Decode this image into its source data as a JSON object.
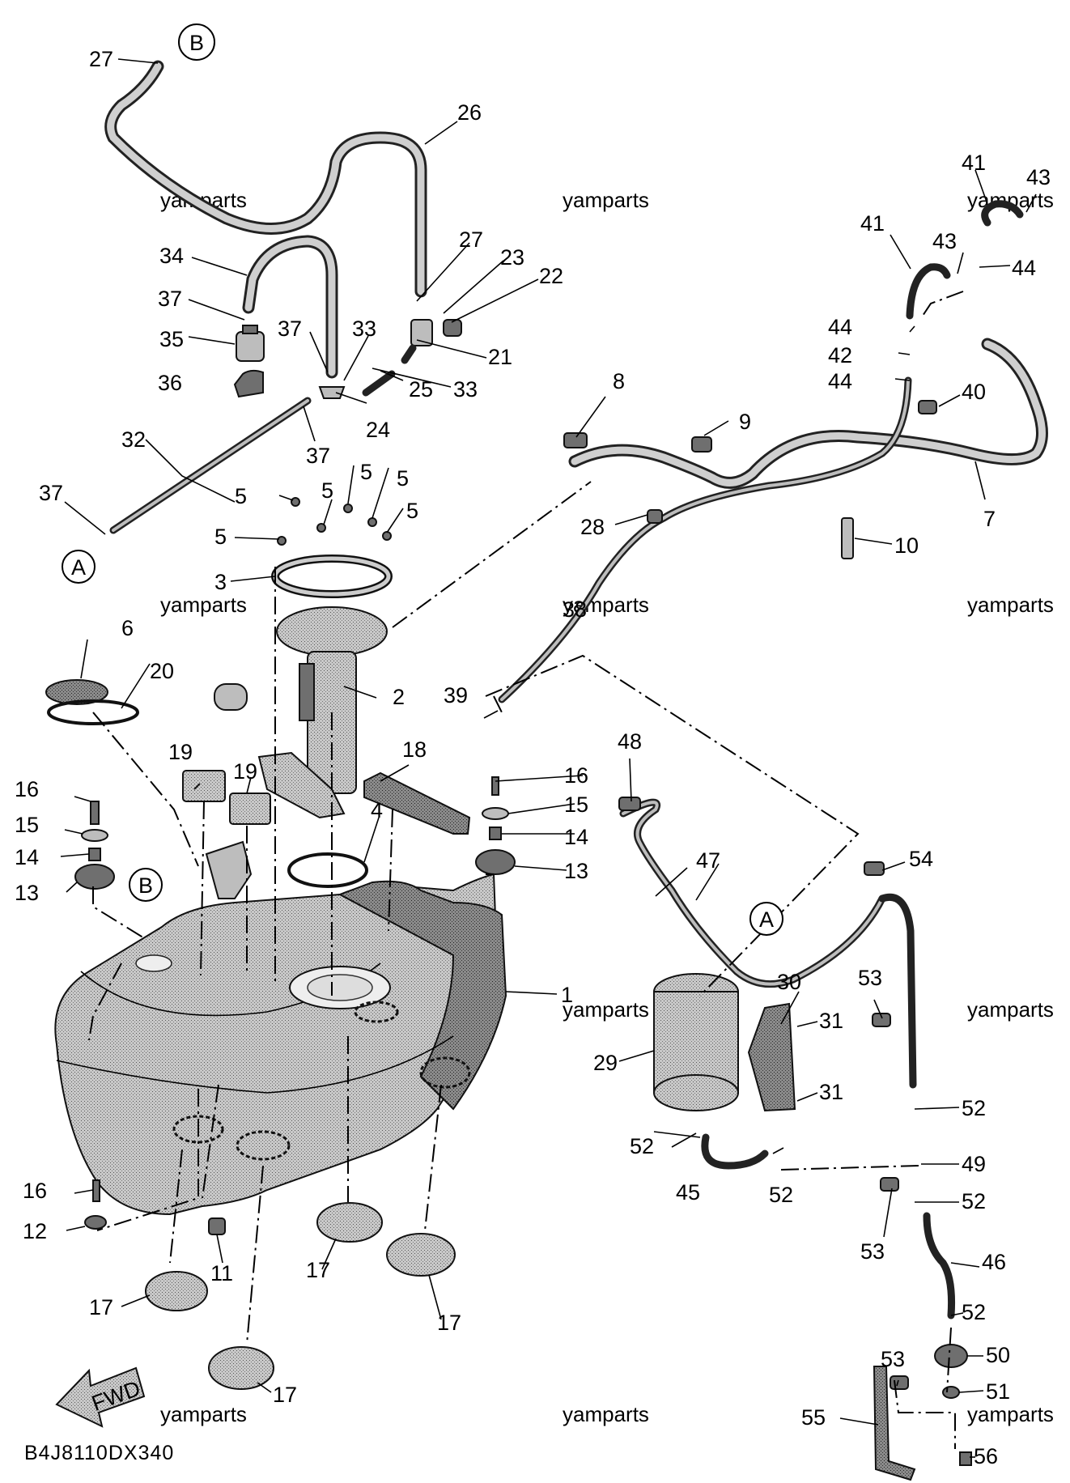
{
  "diagram_code": "B4J8110DX340",
  "watermark_text": "yamparts",
  "fwd_label": "FWD",
  "ref_labels": {
    "a": "A",
    "b": "B"
  },
  "parts": {
    "p1": "1",
    "p2": "2",
    "p3": "3",
    "p4": "4",
    "p5": "5",
    "p6": "6",
    "p7": "7",
    "p8": "8",
    "p9": "9",
    "p10": "10",
    "p11": "11",
    "p12": "12",
    "p13": "13",
    "p14": "14",
    "p15": "15",
    "p16": "16",
    "p17": "17",
    "p18": "18",
    "p19": "19",
    "p20": "20",
    "p21": "21",
    "p22": "22",
    "p23": "23",
    "p24": "24",
    "p25": "25",
    "p26": "26",
    "p27": "27",
    "p28": "28",
    "p29": "29",
    "p30": "30",
    "p31": "31",
    "p32": "32",
    "p33": "33",
    "p34": "34",
    "p35": "35",
    "p36": "36",
    "p37": "37",
    "p38": "38",
    "p39": "39",
    "p40": "40",
    "p41": "41",
    "p42": "42",
    "p43": "43",
    "p44": "44",
    "p45": "45",
    "p46": "46",
    "p47": "47",
    "p48": "48",
    "p49": "49",
    "p50": "50",
    "p51": "51",
    "p52": "52",
    "p53": "53",
    "p54": "54",
    "p55": "55",
    "p56": "56"
  }
}
